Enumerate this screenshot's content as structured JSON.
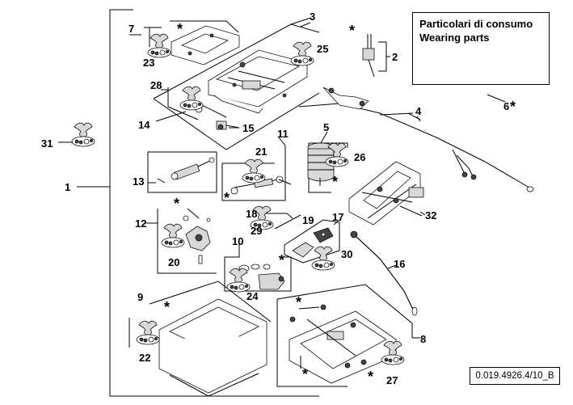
{
  "wearing_box": {
    "title_it": "Particolari di consumo",
    "title_en": "Wearing parts"
  },
  "reference": "0.019.4926.4/10_B",
  "callouts": {
    "c1": "1",
    "c2": "2",
    "c3": "3",
    "c4": "4",
    "c5": "5",
    "c6": "6",
    "c7": "7",
    "c8": "8",
    "c9": "9",
    "c10": "10",
    "c11": "11",
    "c12": "12",
    "c13": "13",
    "c14": "14",
    "c15": "15",
    "c16": "16",
    "c17": "17",
    "c18": "18",
    "c19": "19",
    "c20": "20",
    "c21": "21",
    "c22": "22",
    "c23": "23",
    "c24": "24",
    "c25": "25",
    "c26": "26",
    "c27": "27",
    "c28": "28",
    "c29": "29",
    "c30": "30",
    "c31": "31",
    "c32": "32"
  },
  "asterisk": "*"
}
